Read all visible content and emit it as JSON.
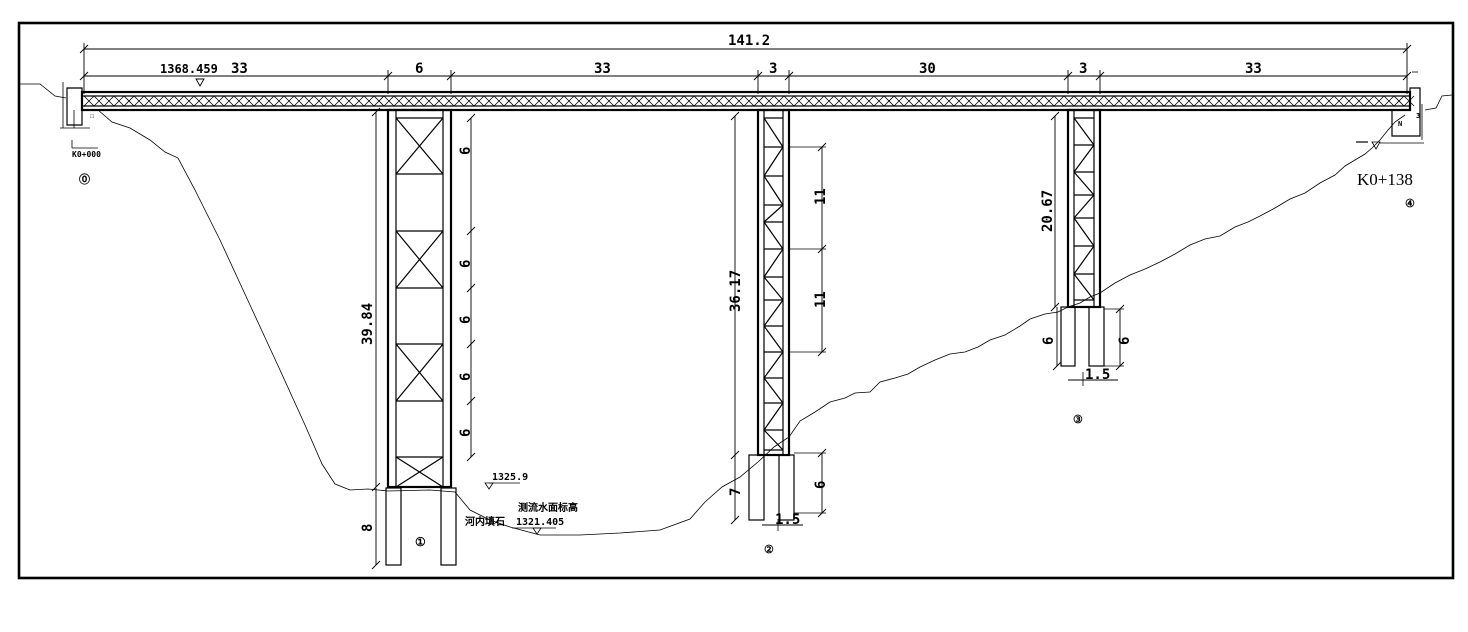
{
  "drawing": {
    "overall_length": "141.2",
    "deck_elevation": "1368.459",
    "spans": [
      "33",
      "6",
      "33",
      "3",
      "30",
      "3",
      "33"
    ],
    "station_start": "K0+000",
    "station_end": "K0+138",
    "pier_labels": [
      "⓪",
      "①",
      "②",
      "③",
      "④"
    ],
    "pier1": {
      "height": "39.84",
      "segments": [
        "6",
        "6",
        "6",
        "6",
        "6"
      ],
      "foundation": "8"
    },
    "pier2": {
      "height": "36.17",
      "segments": [
        "11",
        "11"
      ],
      "foundation_left": "7",
      "foundation_right": "6",
      "foundation_spacing": "1.5"
    },
    "pier3": {
      "height": "20.67",
      "foundation_left": "6",
      "foundation_right": "6",
      "foundation_spacing": "1.5"
    },
    "elevation_mark": "1325.9",
    "water_level_label": "测流水面标高",
    "water_level_value": "1321.405",
    "riverbed_label": "河内填石"
  }
}
